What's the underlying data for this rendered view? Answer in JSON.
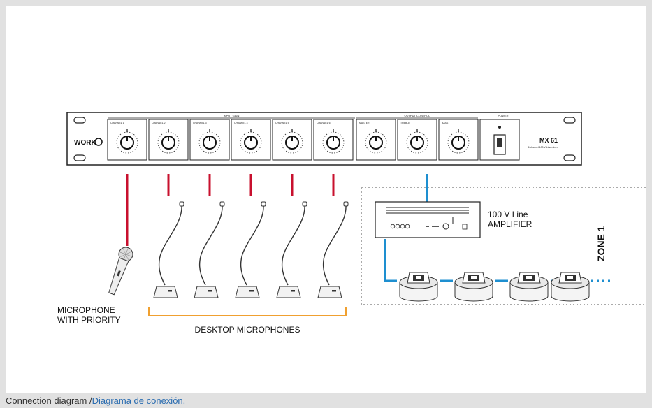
{
  "device": {
    "brand": "WORK",
    "model": "MX 61",
    "subtitle": "6 channel 100 V Line mixer",
    "section_input": "INPUT GAIN",
    "section_output": "OUTPUT CONTROL",
    "section_power": "POWER",
    "channels": [
      "CHANNEL 1",
      "CHANNEL 2",
      "CHANNEL 3",
      "CHANNEL 4",
      "CHANNEL 5",
      "CHANNEL 6"
    ],
    "controls": [
      "MASTER",
      "TREBLE",
      "BASS"
    ]
  },
  "labels": {
    "amplifier_line1": "100 V Line",
    "amplifier_line2": "AMPLIFIER",
    "zone": "ZONE 1",
    "priority_mic_line1": "MICROPHONE",
    "priority_mic_line2": "WITH PRIORITY",
    "desktop_mics": "DESKTOP MICROPHONES"
  },
  "caption": {
    "english": "Connection diagram / ",
    "spanish": "Diagrama de conexión."
  },
  "colors": {
    "mic_cable": "#c8102e",
    "speaker_cable": "#1e8fd0",
    "bracket": "#f0a030"
  }
}
